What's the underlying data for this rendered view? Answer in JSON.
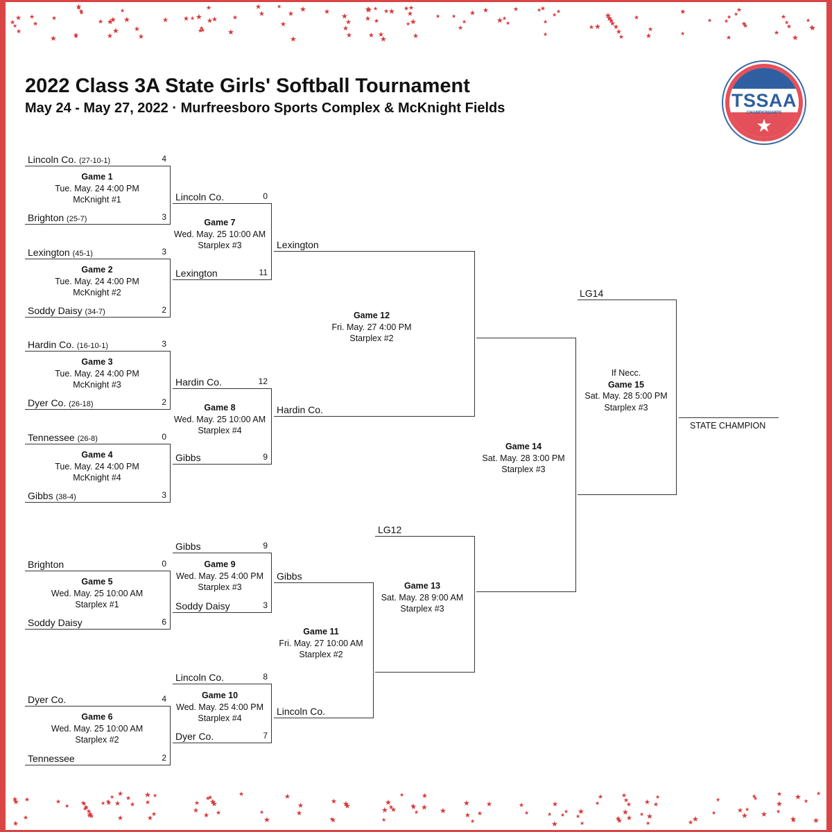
{
  "header": {
    "title": "2022 Class 3A State Girls' Softball Tournament",
    "subtitle": "May 24 - May 27, 2022 · Murfreesboro Sports Complex & McKnight Fields"
  },
  "logo": {
    "text": "TSSAA",
    "subtext": "CHAMPIONSHIPS"
  },
  "colors": {
    "border": "#d94545",
    "star": "#d63a3a",
    "logo_blue": "#2f5fa0",
    "logo_red": "#e3505a"
  },
  "teams": {
    "r1_1": {
      "name": "Lincoln Co.",
      "record": "(27-10-1)",
      "score": "4"
    },
    "r1_2": {
      "name": "Brighton",
      "record": "(25-7)",
      "score": "3"
    },
    "r1_3": {
      "name": "Lexington",
      "record": "(45-1)",
      "score": "3"
    },
    "r1_4": {
      "name": "Soddy Daisy",
      "record": "(34-7)",
      "score": "2"
    },
    "r1_5": {
      "name": "Hardin Co.",
      "record": "(16-10-1)",
      "score": "3"
    },
    "r1_6": {
      "name": "Dyer Co.",
      "record": "(26-18)",
      "score": "2"
    },
    "r1_7": {
      "name": "Tennessee",
      "record": "(26-8)",
      "score": "0"
    },
    "r1_8": {
      "name": "Gibbs",
      "record": "(38-4)",
      "score": "3"
    },
    "g5a": {
      "name": "Brighton",
      "score": "0"
    },
    "g5b": {
      "name": "Soddy Daisy",
      "score": "6"
    },
    "g6a": {
      "name": "Dyer Co.",
      "score": "4"
    },
    "g6b": {
      "name": "Tennessee",
      "score": "2"
    },
    "g7a": {
      "name": "Lincoln Co.",
      "score": "0"
    },
    "g7b": {
      "name": "Lexington",
      "score": "11"
    },
    "g8a": {
      "name": "Hardin Co.",
      "score": "12"
    },
    "g8b": {
      "name": "Gibbs",
      "score": "9"
    },
    "g9a": {
      "name": "Gibbs",
      "score": "9"
    },
    "g9b": {
      "name": "Soddy Daisy",
      "score": "3"
    },
    "g10a": {
      "name": "Lincoln Co.",
      "score": "8"
    },
    "g10b": {
      "name": "Dyer Co.",
      "score": "7"
    },
    "g12a": {
      "name": "Lexington"
    },
    "g12b": {
      "name": "Hardin Co."
    },
    "g11a": {
      "name": "Gibbs"
    },
    "g11b": {
      "name": "Lincoln Co."
    },
    "g13a": {
      "name": "LG12"
    },
    "g15a": {
      "name": "LG14"
    }
  },
  "games": {
    "g1": {
      "title": "Game 1",
      "time": "Tue. May. 24 4:00 PM",
      "field": "McKnight #1"
    },
    "g2": {
      "title": "Game 2",
      "time": "Tue. May. 24 4:00 PM",
      "field": "McKnight #2"
    },
    "g3": {
      "title": "Game 3",
      "time": "Tue. May. 24 4:00 PM",
      "field": "McKnight #3"
    },
    "g4": {
      "title": "Game 4",
      "time": "Tue. May. 24 4:00 PM",
      "field": "McKnight #4"
    },
    "g5": {
      "title": "Game 5",
      "time": "Wed. May. 25 10:00 AM",
      "field": "Starplex #1"
    },
    "g6": {
      "title": "Game 6",
      "time": "Wed. May. 25 10:00 AM",
      "field": "Starplex #2"
    },
    "g7": {
      "title": "Game 7",
      "time": "Wed. May. 25 10:00 AM",
      "field": "Starplex #3"
    },
    "g8": {
      "title": "Game 8",
      "time": "Wed. May. 25 10:00 AM",
      "field": "Starplex #4"
    },
    "g9": {
      "title": "Game 9",
      "time": "Wed. May. 25 4:00 PM",
      "field": "Starplex #3"
    },
    "g10": {
      "title": "Game 10",
      "time": "Wed. May. 25 4:00 PM",
      "field": "Starplex #4"
    },
    "g11": {
      "title": "Game 11",
      "time": "Fri. May. 27 10:00 AM",
      "field": "Starplex #2"
    },
    "g12": {
      "title": "Game 12",
      "time": "Fri. May. 27 4:00 PM",
      "field": "Starplex #2"
    },
    "g13": {
      "title": "Game 13",
      "time": "Sat. May. 28 9:00 AM",
      "field": "Starplex #3"
    },
    "g14": {
      "title": "Game 14",
      "time": "Sat. May. 28 3:00 PM",
      "field": "Starplex #3"
    },
    "g15": {
      "note": "If Necc.",
      "title": "Game 15",
      "time": "Sat. May. 28 5:00 PM",
      "field": "Starplex #3"
    }
  },
  "champion_label": "STATE CHAMPION"
}
